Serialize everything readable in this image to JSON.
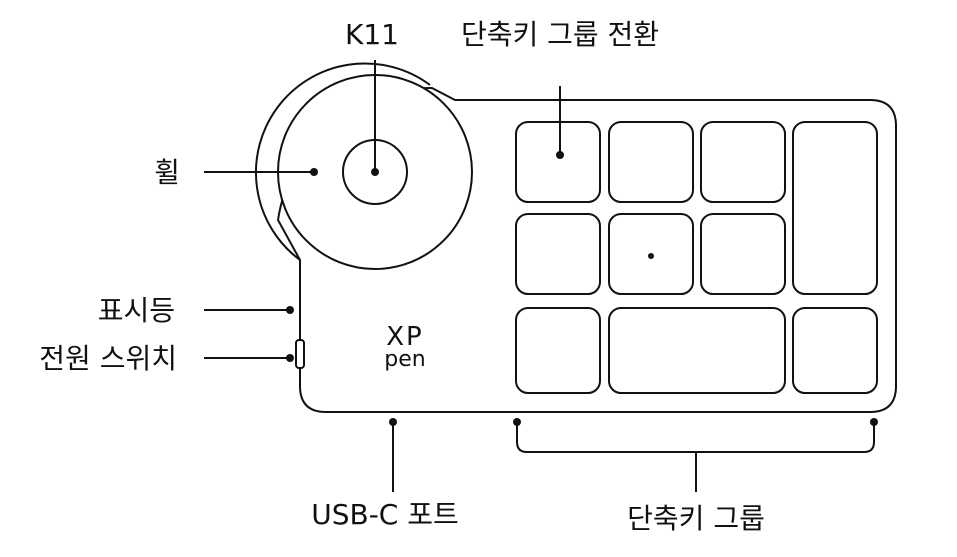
{
  "labels": {
    "k11": "K11",
    "group_switch": "단축키 그룹 전환",
    "wheel": "휠",
    "indicator": "표시등",
    "power_switch": "전원 스위치",
    "usb_port": "USB-C 포트",
    "key_group": "단축키 그룹"
  },
  "logo": {
    "line1": "XP",
    "line2": "pen"
  }
}
